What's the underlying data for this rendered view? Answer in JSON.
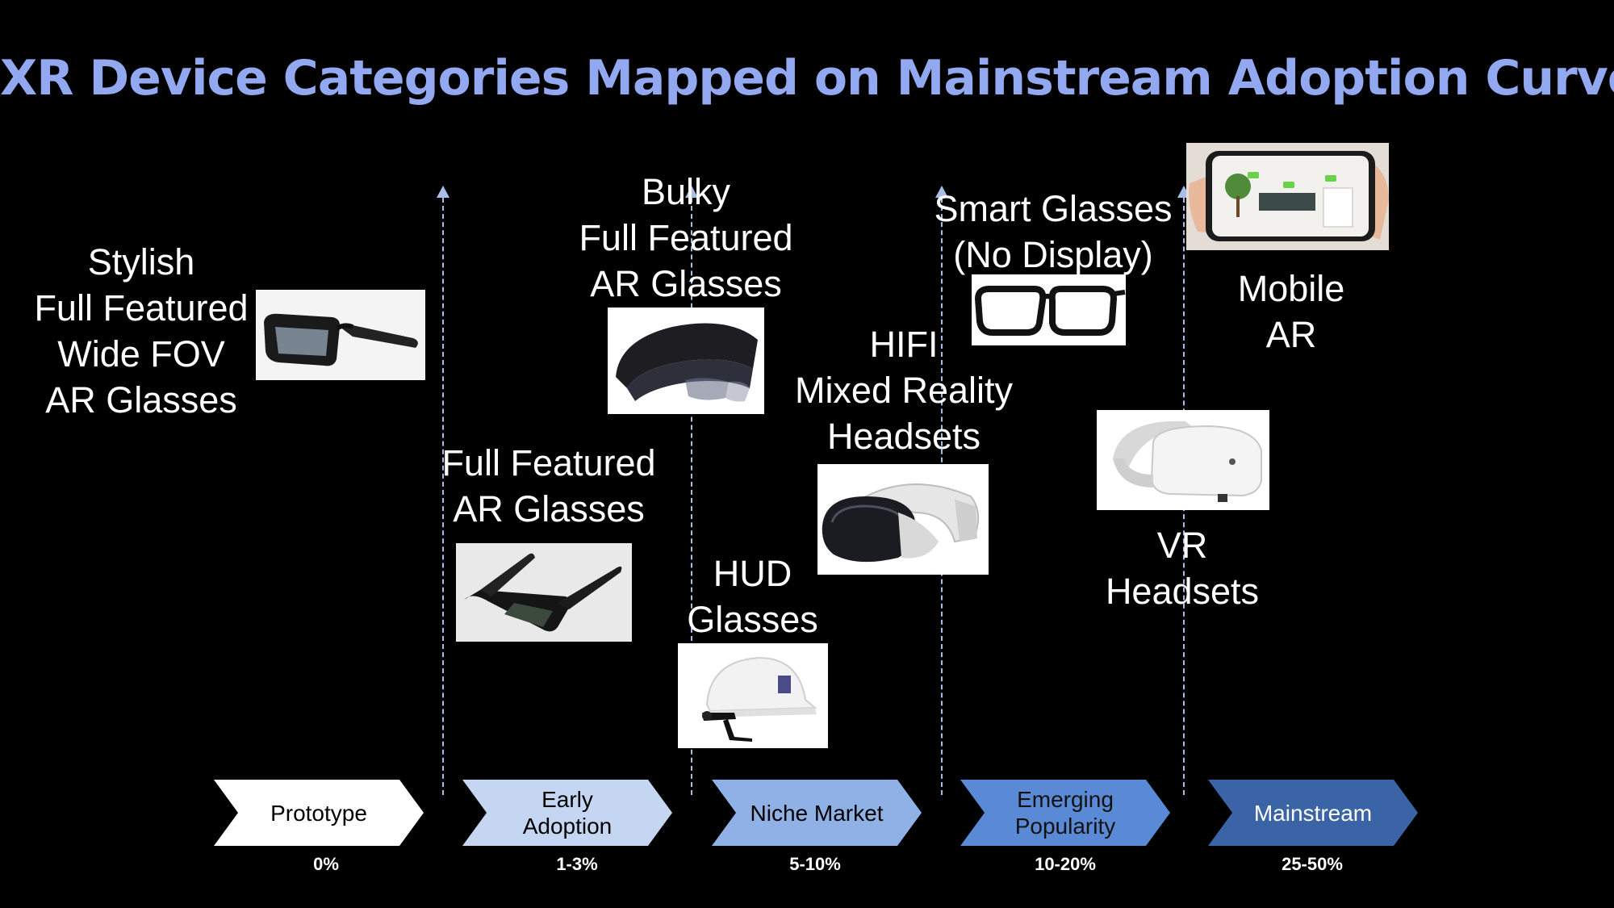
{
  "title": "XR Device Categories Mapped on Mainstream Adoption Curve",
  "devices": {
    "stylish": "Stylish\nFull Featured\nWide FOV\nAR Glasses",
    "full_featured": "Full Featured\nAR Glasses",
    "bulky": "Bulky\nFull Featured\nAR Glasses",
    "hud": "HUD\nGlasses",
    "hifi": "HIFI\nMixed Reality\nHeadsets",
    "smart": "Smart Glasses\n(No Display)",
    "vr": "VR\nHeadsets",
    "mobile": "Mobile\nAR"
  },
  "stages": [
    {
      "label": "Prototype",
      "percent": "0%",
      "fill": "#ffffff",
      "text_color": "#000000"
    },
    {
      "label": "Early\nAdoption",
      "percent": "1-3%",
      "fill": "#c5d6f2",
      "text_color": "#000000"
    },
    {
      "label": "Niche Market",
      "percent": "5-10%",
      "fill": "#8fb1e6",
      "text_color": "#000000"
    },
    {
      "label": "Emerging\nPopularity",
      "percent": "10-20%",
      "fill": "#5a89d6",
      "text_color": "#111111"
    },
    {
      "label": "Mainstream",
      "percent": "25-50%",
      "fill": "#3a64a6",
      "text_color": "#ffffff"
    }
  ],
  "colors": {
    "title": "#92a8f0",
    "divider": "#a9bde9",
    "background": "#000000"
  }
}
